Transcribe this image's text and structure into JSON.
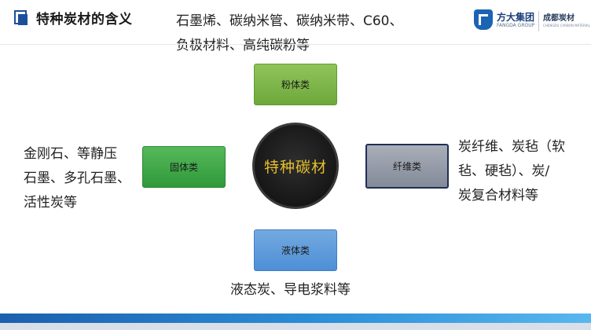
{
  "header": {
    "title": "特种炭材的含义",
    "top_description_lines": [
      "石墨烯、碳纳米管、碳纳米带、C60、",
      "负极材料、高纯碳粉等"
    ]
  },
  "logos": {
    "fangda_name": "方大集团",
    "fangda_en": "FANGDA GROUP",
    "chengdu_name": "成都炭材",
    "chengdu_en": "CHENGDU CARBON MATERIAL",
    "fangda_color": "#1b64b4"
  },
  "center": {
    "label": "特种碳材",
    "circle_color": "#1a1a1a",
    "text_color": "#e6bf2c"
  },
  "categories": {
    "powder": {
      "label": "粉体类",
      "color": "#7ab648"
    },
    "solid": {
      "label": "固体类",
      "color": "#3ea845"
    },
    "fiber": {
      "label": "纤维类",
      "color": "#969dab"
    },
    "liquid": {
      "label": "液体类",
      "color": "#5b9bdc"
    }
  },
  "descriptions": {
    "left_lines": [
      "金刚石、等静压",
      "石墨、多孔石墨、",
      "活性炭等"
    ],
    "right_lines": [
      "炭纤维、炭毡（软",
      "毡、硬毡）、炭/",
      "炭复合材料等"
    ],
    "bottom": "液态炭、导电浆料等"
  }
}
